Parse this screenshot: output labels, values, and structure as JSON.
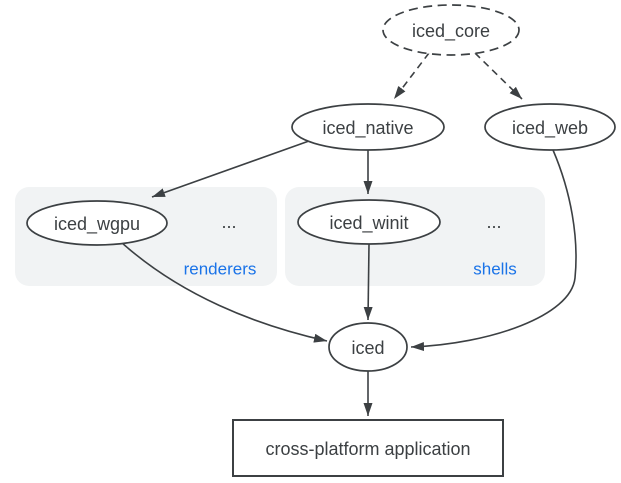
{
  "diagram": {
    "nodes": {
      "iced_core": {
        "label": "iced_core",
        "shape": "ellipse",
        "style": "dashed"
      },
      "iced_native": {
        "label": "iced_native",
        "shape": "ellipse",
        "style": "solid"
      },
      "iced_web": {
        "label": "iced_web",
        "shape": "ellipse",
        "style": "solid"
      },
      "iced_wgpu": {
        "label": "iced_wgpu",
        "shape": "ellipse",
        "style": "solid",
        "cluster": "renderers"
      },
      "iced_winit": {
        "label": "iced_winit",
        "shape": "ellipse",
        "style": "solid",
        "cluster": "shells"
      },
      "iced": {
        "label": "iced",
        "shape": "ellipse",
        "style": "solid"
      },
      "application": {
        "label": "cross-platform application",
        "shape": "rect",
        "style": "solid"
      }
    },
    "clusters": {
      "renderers": {
        "label": "renderers",
        "more": "..."
      },
      "shells": {
        "label": "shells",
        "more": "..."
      }
    },
    "edges": [
      {
        "from": "iced_core",
        "to": "iced_native",
        "style": "dashed"
      },
      {
        "from": "iced_core",
        "to": "iced_web",
        "style": "dashed"
      },
      {
        "from": "iced_native",
        "to": "iced_wgpu",
        "style": "solid"
      },
      {
        "from": "iced_native",
        "to": "iced_winit",
        "style": "solid"
      },
      {
        "from": "iced_wgpu",
        "to": "iced",
        "style": "solid"
      },
      {
        "from": "iced_winit",
        "to": "iced",
        "style": "solid"
      },
      {
        "from": "iced_web",
        "to": "iced",
        "style": "solid"
      },
      {
        "from": "iced",
        "to": "application",
        "style": "solid"
      }
    ],
    "colors": {
      "stroke": "#3c4043",
      "text": "#3c4043",
      "cluster_fill": "#f1f3f4",
      "cluster_label": "#1a73e8",
      "background": "#ffffff"
    }
  }
}
